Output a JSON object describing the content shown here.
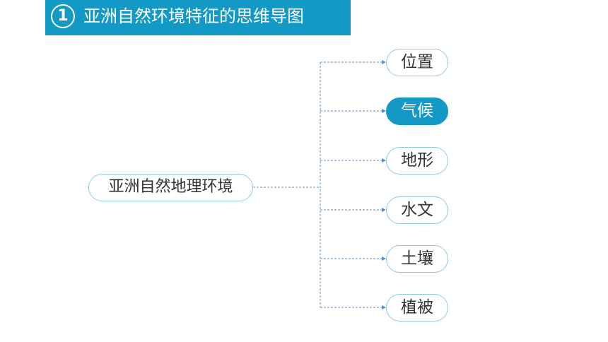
{
  "banner": {
    "badge": "1",
    "title": "亚洲自然环境特征的思维导图"
  },
  "mindmap": {
    "root": "亚洲自然地理环境",
    "branches": [
      {
        "label": "位置",
        "active": false
      },
      {
        "label": "气候",
        "active": true
      },
      {
        "label": "地形",
        "active": false
      },
      {
        "label": "水文",
        "active": false
      },
      {
        "label": "土壤",
        "active": false
      },
      {
        "label": "植被",
        "active": false
      }
    ]
  },
  "colors": {
    "accent": "#1399c6",
    "node_border": "#8ccde2",
    "connector": "#5b8fbf",
    "text": "#333333"
  }
}
